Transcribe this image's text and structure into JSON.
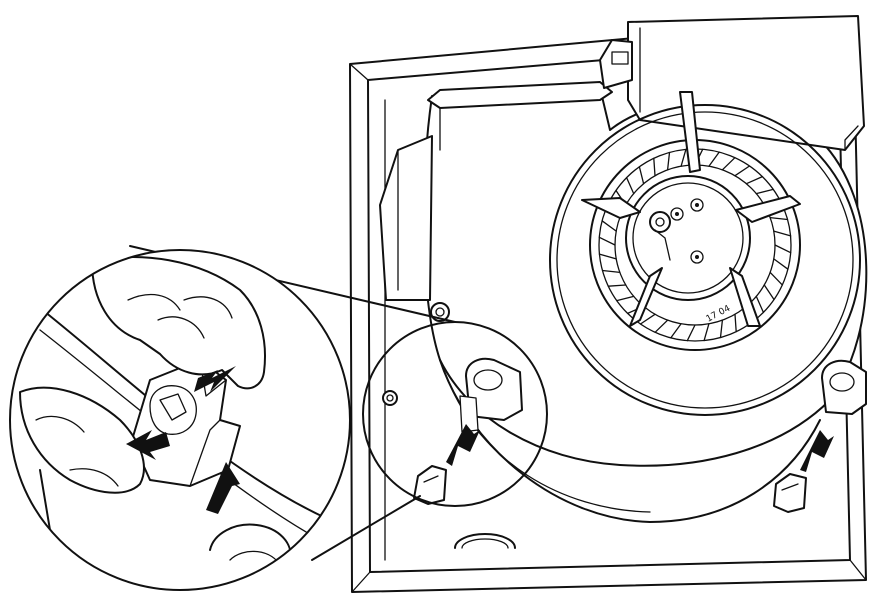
{
  "figure": {
    "marking_text": "17 04",
    "style": {
      "line_color": "#111111",
      "background": "#ffffff"
    },
    "arrows": [
      {
        "name": "squeeze-top-arrow",
        "direction": "left-up"
      },
      {
        "name": "squeeze-inner-arrow",
        "direction": "right-up"
      },
      {
        "name": "push-up-arrow",
        "direction": "right-up"
      },
      {
        "name": "clip-arrow-center",
        "direction": "up"
      },
      {
        "name": "clip-arrow-right",
        "direction": "up"
      }
    ]
  }
}
